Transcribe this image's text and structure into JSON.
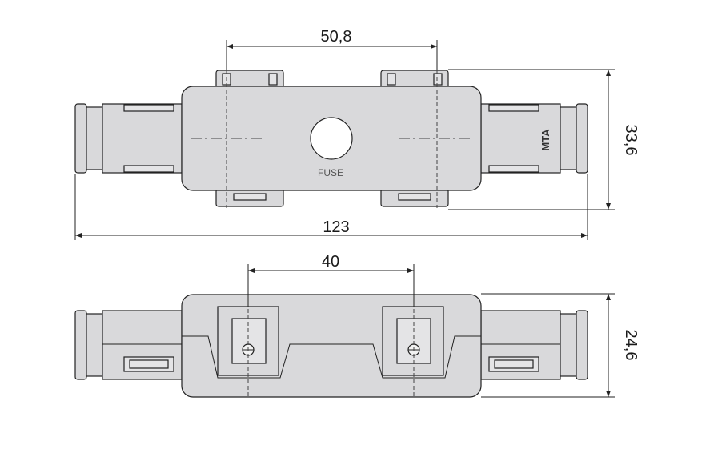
{
  "dimensions": {
    "top_width_between_holes": "50,8",
    "overall_height": "33,6",
    "overall_length": "123",
    "bottom_width_between_terminals": "40",
    "bottom_height": "24,6"
  },
  "labels": {
    "fuse": "FUSE",
    "brand_logo": "MTA"
  },
  "colors": {
    "body_fill": "#d9d9db",
    "stroke": "#222222",
    "background": "#ffffff"
  }
}
